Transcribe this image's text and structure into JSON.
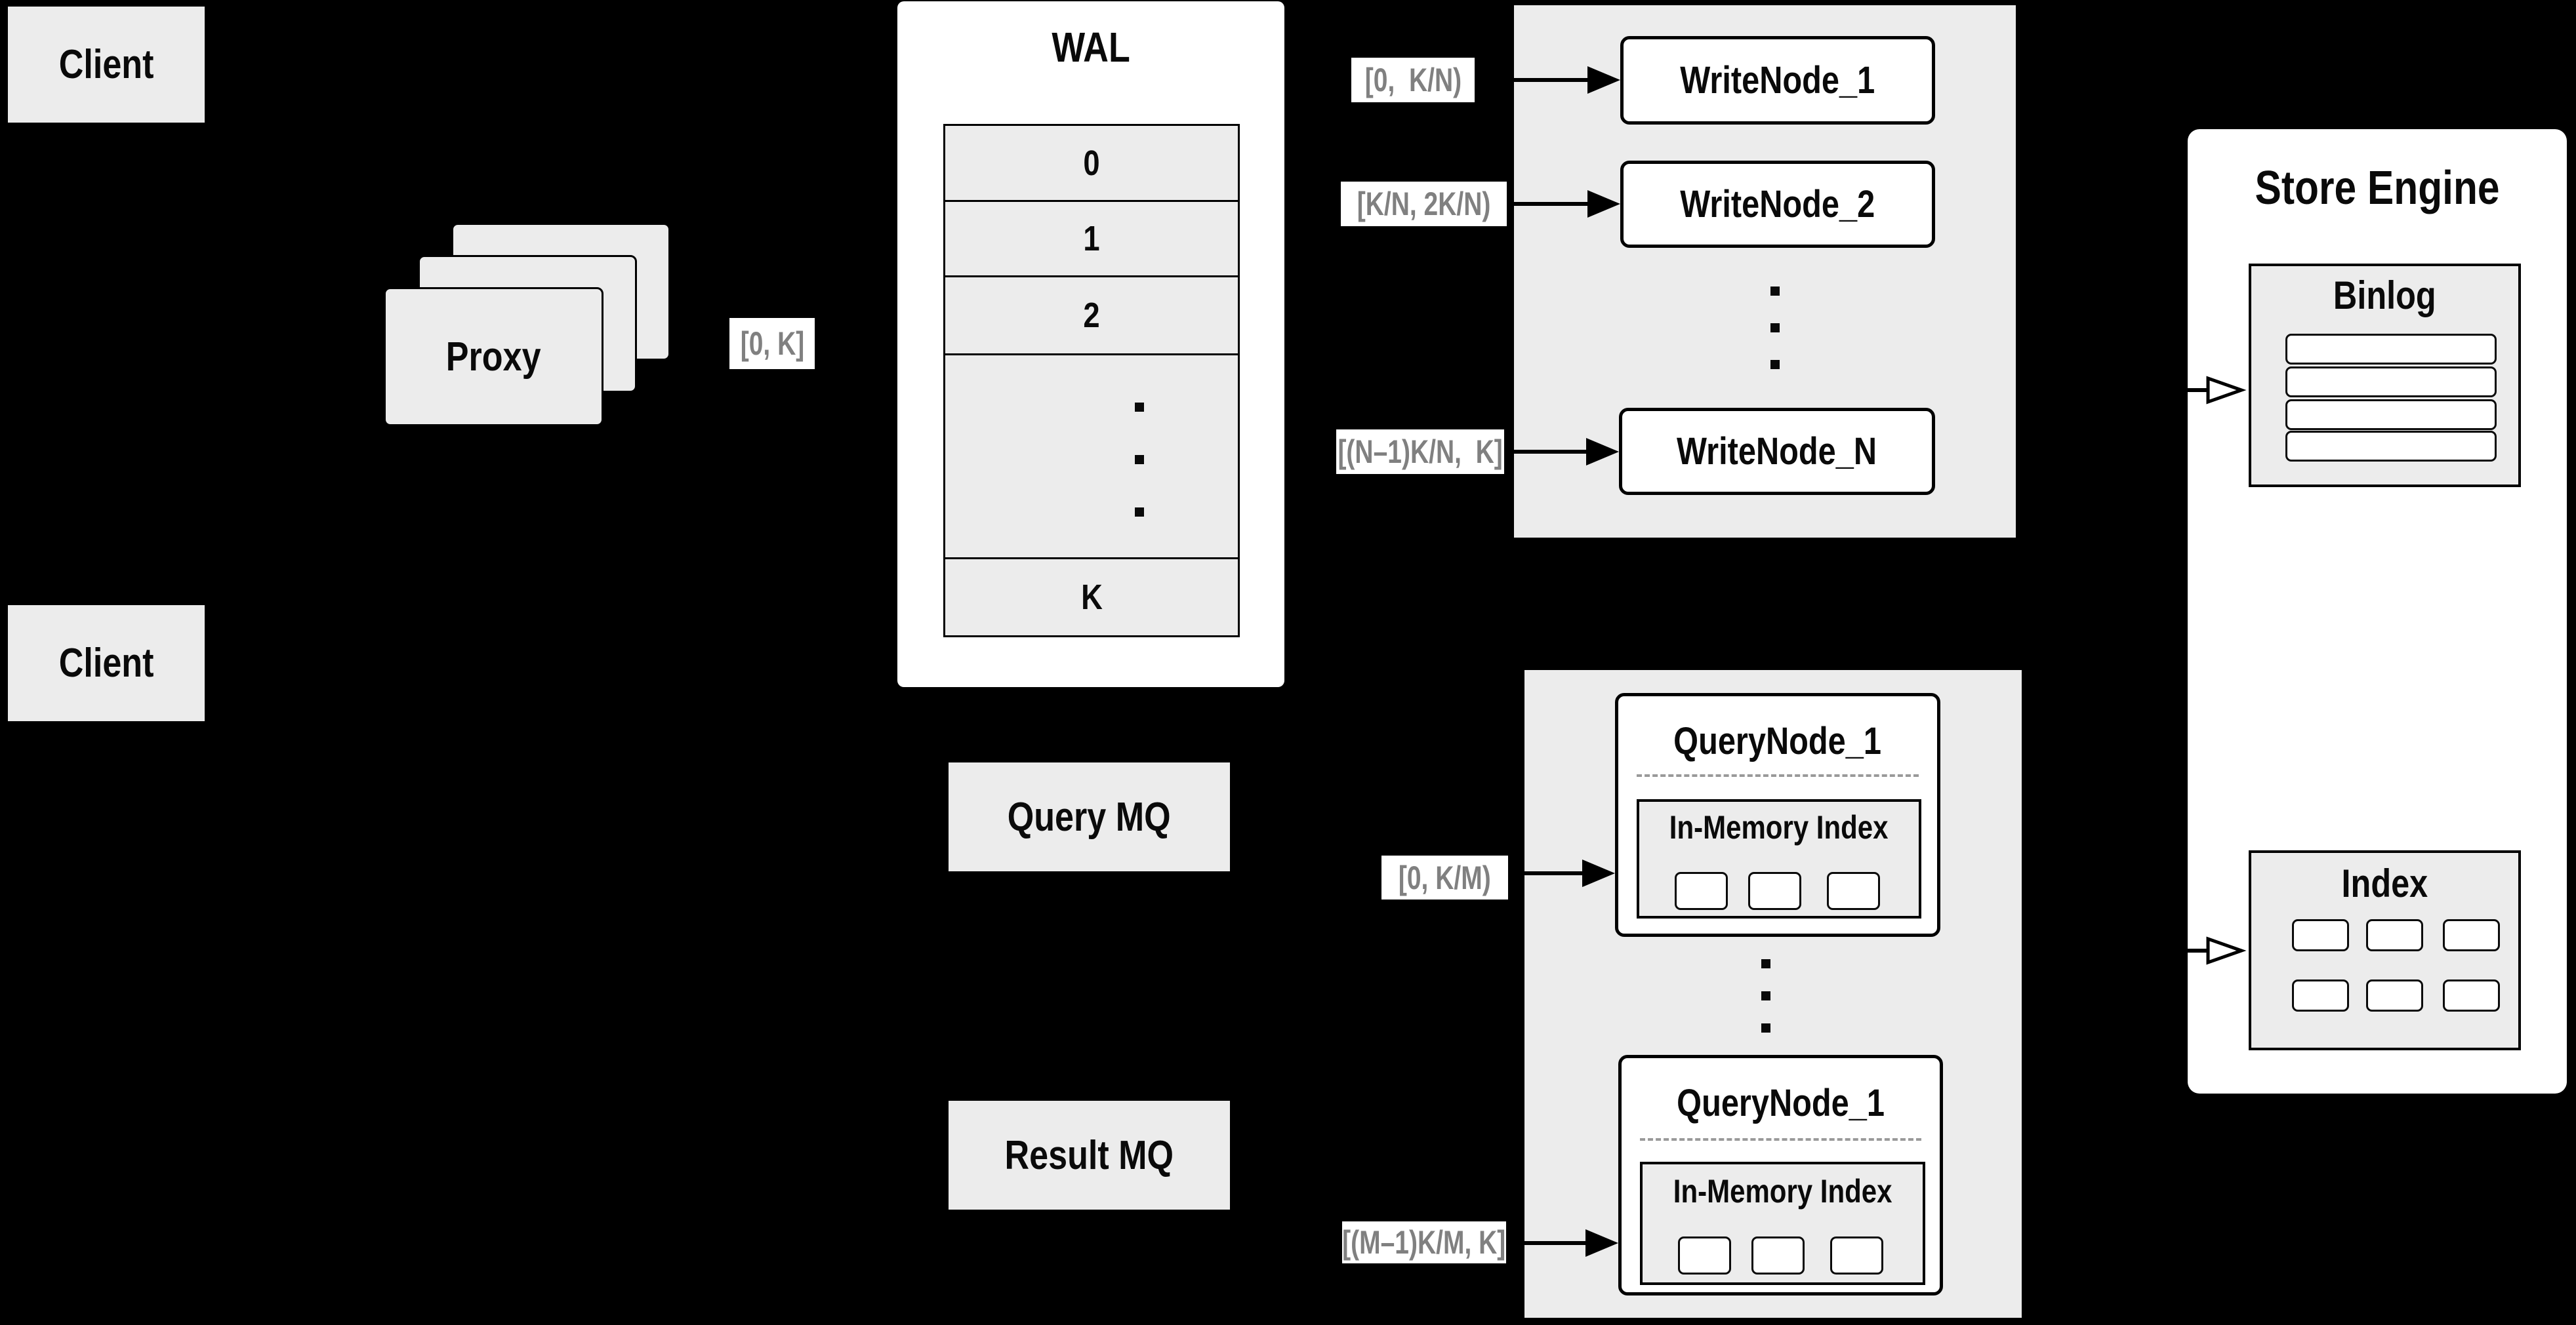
{
  "colors": {
    "background": "#000000",
    "panel_fill": "#ececec",
    "node_fill": "#ffffff",
    "line": "#000000",
    "muted_text": "#808080"
  },
  "clients": {
    "top_label": "Client",
    "bottom_label": "Client"
  },
  "proxy": {
    "label": "Proxy"
  },
  "labels": {
    "proxy_to_wal": "[0, K]",
    "write_range_1": "[0,  K/N)",
    "write_range_2": "[K/N, 2K/N)",
    "write_range_n": "[(N–1)K/N,  K]",
    "query_range_1": "[0, K/M)",
    "query_range_m": "[(M–1)K/M, K]"
  },
  "wal": {
    "title": "WAL",
    "rows": [
      "0",
      "1",
      "2"
    ],
    "last_row": "K"
  },
  "write_cluster": {
    "node_1": "WriteNode_1",
    "node_2": "WriteNode_2",
    "node_n": "WriteNode_N"
  },
  "mq": {
    "query": "Query MQ",
    "result": "Result MQ"
  },
  "query_cluster": {
    "node_top": "QueryNode_1",
    "node_bottom": "QueryNode_1",
    "in_memory_top": "In-Memory Index",
    "in_memory_bottom": "In-Memory Index"
  },
  "store_engine": {
    "title": "Store Engine",
    "binlog": "Binlog",
    "index": "Index"
  }
}
